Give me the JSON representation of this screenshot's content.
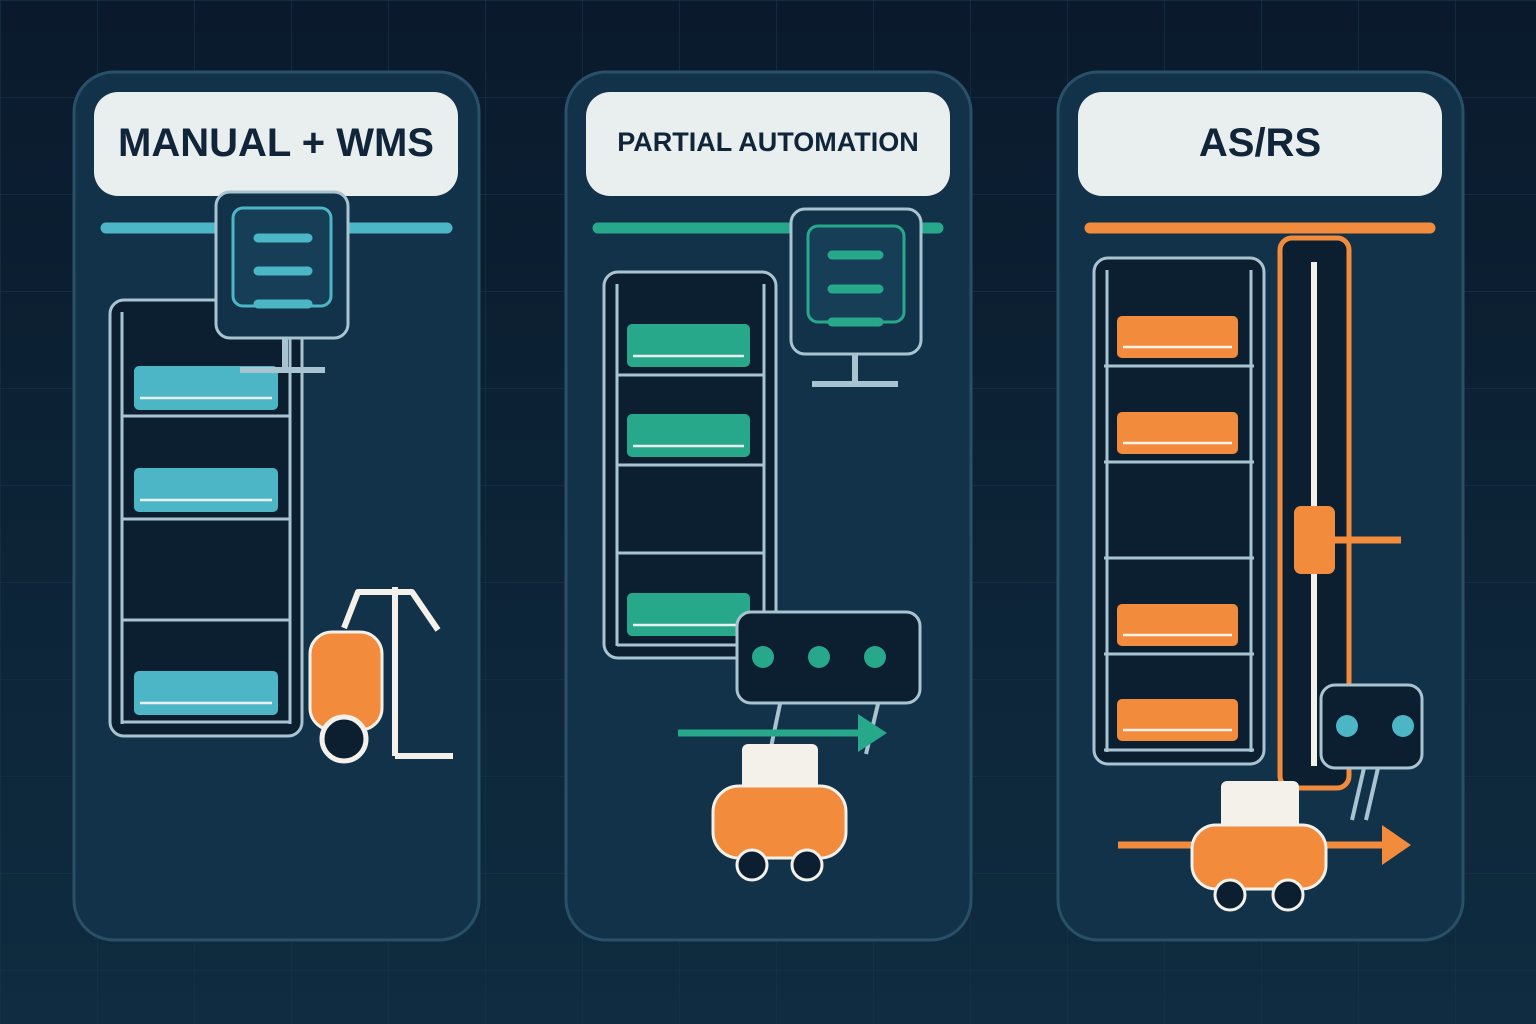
{
  "colors": {
    "background": "#0a1c2e",
    "panel": "#12324a",
    "panel_border": "#2a5068",
    "title_box": "#e9efee",
    "title_text": "#10243a",
    "outline": "#a9c4d1",
    "cyan": "#4db6c6",
    "teal": "#27a88b",
    "orange": "#f28c3c",
    "cream": "#f3f1ea",
    "dark": "#0c1f31"
  },
  "panels": [
    {
      "id": "manual-wms",
      "title": "MANUAL + WMS",
      "accent": "cyan"
    },
    {
      "id": "partial-automation",
      "title": "PARTIAL AUTOMATION",
      "accent": "teal"
    },
    {
      "id": "asrs",
      "title": "AS/RS",
      "accent": "orange"
    }
  ],
  "icons": {
    "panel1": [
      "wms-terminal-icon",
      "storage-rack-icon",
      "hand-truck-icon"
    ],
    "panel2": [
      "wms-terminal-icon",
      "storage-rack-icon",
      "control-unit-icon",
      "conveyor-arrow-icon",
      "agv-robot-icon"
    ],
    "panel3": [
      "storage-rack-icon",
      "crane-mast-icon",
      "control-unit-icon",
      "conveyor-arrow-icon",
      "shuttle-robot-icon"
    ]
  }
}
